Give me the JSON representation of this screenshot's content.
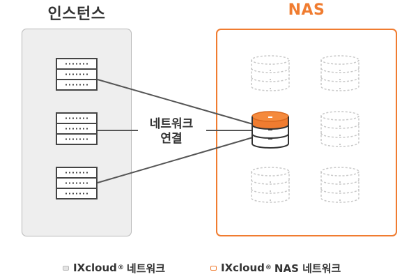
{
  "titles": {
    "instances": "인스턴스",
    "nas": "NAS"
  },
  "connection_label": {
    "line1": "네트워크",
    "line2": "연결"
  },
  "legend": [
    {
      "brand": "IXcloud",
      "mark": "®",
      "rest": "네트워크",
      "color": "#b9b9b9"
    },
    {
      "brand": "IXcloud",
      "mark": "®",
      "rest": "NAS 네트워크",
      "color": "#f07c30"
    }
  ],
  "colors": {
    "accent": "#f07c30",
    "instances_panel_fill": "#eeeeee",
    "line": "#555555",
    "inactive_disk": "#c8c8c8"
  },
  "icons": {
    "server": "server-icon",
    "disk": "database-icon"
  }
}
